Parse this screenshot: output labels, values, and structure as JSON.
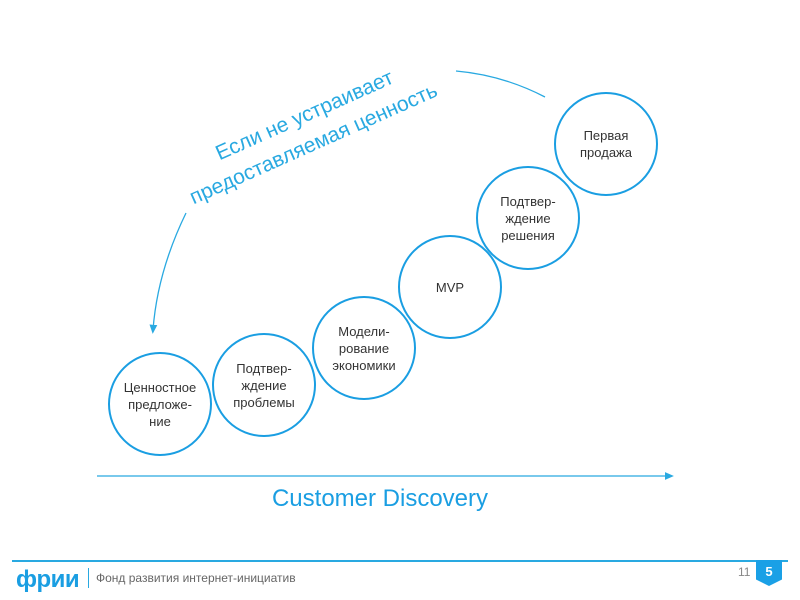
{
  "diagram": {
    "steps": [
      {
        "label": "Ценностное\nпредложе-\nние"
      },
      {
        "label": "Подтвер-\nждение\nпроблемы"
      },
      {
        "label": "Модели-\nрование\nэкономики"
      },
      {
        "label": "MVP"
      },
      {
        "label": "Подтвер-\nждение\nрешения"
      },
      {
        "label": "Первая\nпродажа"
      }
    ],
    "loop_text_line1": "Если не устраивает",
    "loop_text_line2": "предоставляемая ценность",
    "axis_label": "Customer Discovery",
    "accent_color": "#1a9ee2"
  },
  "footer": {
    "logo": "фрии",
    "tagline": "Фонд развития интернет-инициатив",
    "page_number": "11",
    "badge": "5"
  }
}
